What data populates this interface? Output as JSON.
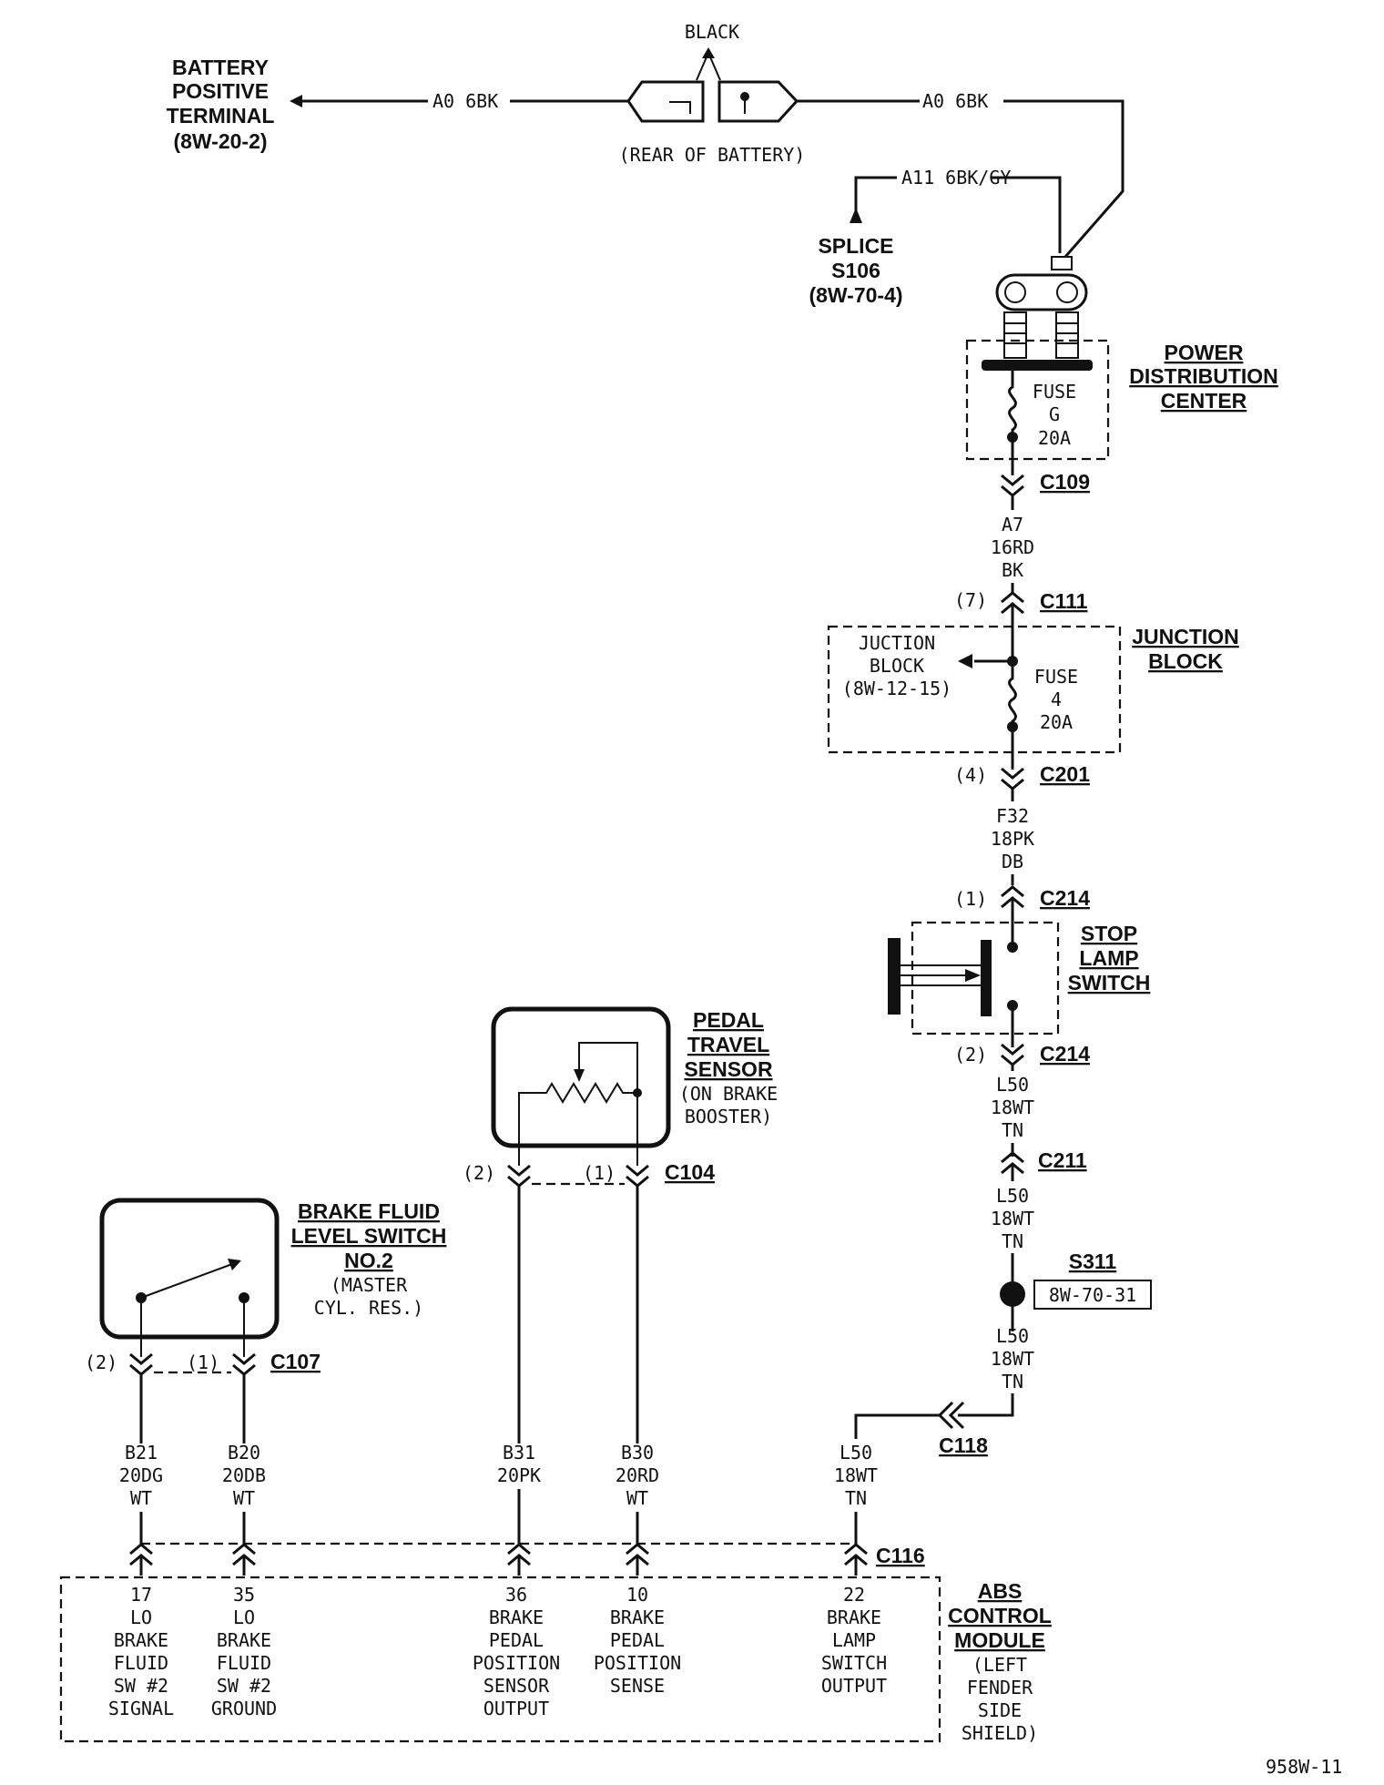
{
  "battery": {
    "terminal": [
      "BATTERY",
      "POSITIVE",
      "TERMINAL",
      "(8W-20-2)"
    ],
    "wire_left": "A0 6BK",
    "wire_right": "A0 6BK",
    "connector_color": "BLACK",
    "connector_location": "(REAR OF BATTERY)"
  },
  "splice_s106": {
    "wire": "A11 6BK/GY",
    "label": [
      "SPLICE",
      "S106",
      "(8W-70-4)"
    ]
  },
  "pdc": {
    "label": [
      "POWER",
      "DISTRIBUTION",
      "CENTER"
    ],
    "fuse": [
      "FUSE",
      "G",
      "20A"
    ]
  },
  "c109": {
    "name": "C109",
    "wire": [
      "A7",
      "16RD",
      "BK"
    ]
  },
  "c111": {
    "name": "C111",
    "pin": "(7)"
  },
  "junction_block": {
    "label": [
      "JUNCTION",
      "BLOCK"
    ],
    "ref": [
      "JUCTION",
      "BLOCK",
      "(8W-12-15)"
    ],
    "fuse": [
      "FUSE",
      "4",
      "20A"
    ]
  },
  "c201": {
    "name": "C201",
    "pin": "(4)",
    "wire": [
      "F32",
      "18PK",
      "DB"
    ]
  },
  "c214_top": {
    "name": "C214",
    "pin": "(1)"
  },
  "stop_lamp": {
    "label": [
      "STOP",
      "LAMP",
      "SWITCH"
    ]
  },
  "c214_bottom": {
    "name": "C214",
    "pin": "(2)",
    "wire": [
      "L50",
      "18WT",
      "TN"
    ]
  },
  "c211": {
    "name": "C211",
    "wire": [
      "L50",
      "18WT",
      "TN"
    ]
  },
  "s311": {
    "name": "S311",
    "ref": "8W-70-31",
    "wire": [
      "L50",
      "18WT",
      "TN"
    ]
  },
  "c118": {
    "name": "C118",
    "wire": [
      "L50",
      "18WT",
      "TN"
    ]
  },
  "pedal_sensor": {
    "label": [
      "PEDAL",
      "TRAVEL",
      "SENSOR"
    ],
    "location": [
      "(ON BRAKE",
      "BOOSTER)"
    ],
    "connector": "C104",
    "pin_left": "(2)",
    "pin_right": "(1)"
  },
  "brake_fluid_switch": {
    "label": [
      "BRAKE FLUID",
      "LEVEL SWITCH",
      "NO.2"
    ],
    "location": [
      "(MASTER",
      "CYL. RES.)"
    ],
    "connector": "C107",
    "pin_left": "(2)",
    "pin_right": "(1)"
  },
  "wires": {
    "b21": [
      "B21",
      "20DG",
      "WT"
    ],
    "b20": [
      "B20",
      "20DB",
      "WT"
    ],
    "b31": [
      "B31",
      "20PK"
    ],
    "b30": [
      "B30",
      "20RD",
      "WT"
    ],
    "l50": [
      "L50",
      "18WT",
      "TN"
    ]
  },
  "c116": {
    "name": "C116"
  },
  "abs_module": {
    "label": [
      "ABS",
      "CONTROL",
      "MODULE"
    ],
    "location": [
      "(LEFT",
      "FENDER",
      "SIDE",
      "SHIELD)"
    ],
    "pins": [
      [
        "17",
        "LO",
        "BRAKE",
        "FLUID",
        "SW #2",
        "SIGNAL"
      ],
      [
        "35",
        "LO",
        "BRAKE",
        "FLUID",
        "SW #2",
        "GROUND"
      ],
      [
        "36",
        "BRAKE",
        "PEDAL",
        "POSITION",
        "SENSOR",
        "OUTPUT"
      ],
      [
        "10",
        "BRAKE",
        "PEDAL",
        "POSITION",
        "SENSE"
      ],
      [
        "22",
        "BRAKE",
        "LAMP",
        "SWITCH",
        "OUTPUT"
      ]
    ]
  },
  "figure_code": "958W-11"
}
